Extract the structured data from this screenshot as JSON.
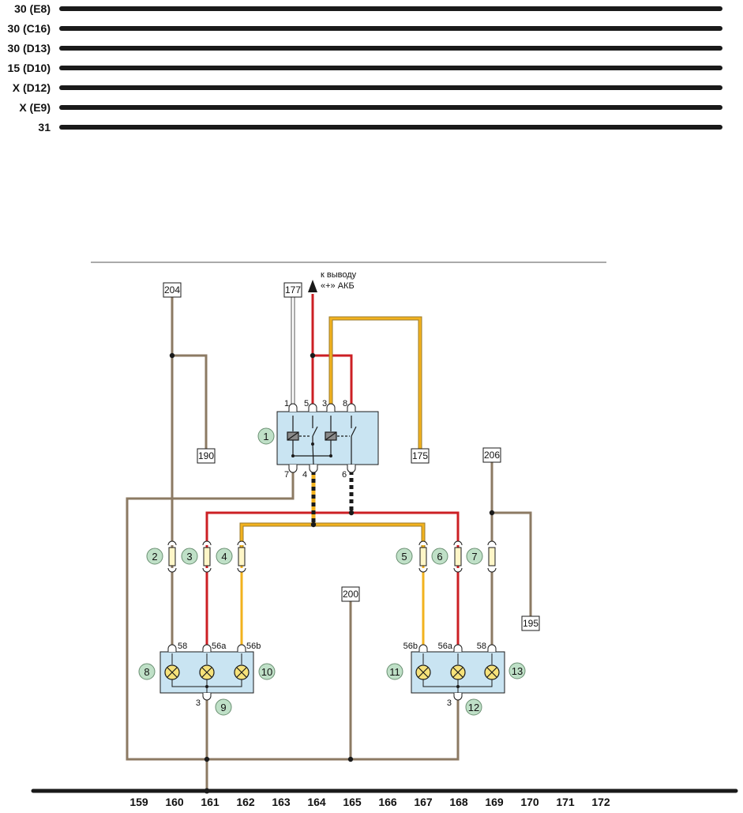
{
  "rails": [
    "30 (E8)",
    "30 (C16)",
    "30 (D13)",
    "15 (D10)",
    "X (D12)",
    "X (E9)",
    "31"
  ],
  "bottom_numbers": [
    "159",
    "160",
    "161",
    "162",
    "163",
    "164",
    "165",
    "166",
    "167",
    "168",
    "169",
    "170",
    "171",
    "172"
  ],
  "refs": {
    "r204": "204",
    "r177": "177",
    "r190": "190",
    "r175": "175",
    "r206": "206",
    "r200": "200",
    "r195": "195"
  },
  "note": {
    "line1": "к выводу",
    "line2": "«+» АКБ"
  },
  "relay_pins": {
    "p1": "1",
    "p5": "5",
    "p3": "3",
    "p8": "8",
    "p7": "7",
    "p4": "4",
    "p6": "6"
  },
  "lamp_pins": {
    "left_58": "58",
    "left_56a": "56a",
    "left_56b": "56b",
    "left_3": "3",
    "right_56b": "56b",
    "right_56a": "56a",
    "right_58": "58",
    "right_3": "3"
  },
  "callouts": [
    "1",
    "2",
    "3",
    "4",
    "5",
    "6",
    "7",
    "8",
    "9",
    "10",
    "11",
    "12",
    "13"
  ],
  "colors": {
    "brown": "#8c7a63",
    "red": "#cc1f24",
    "yellow": "#f2b21e",
    "black": "#1a1a1a",
    "relay_fill": "#c9e4f2",
    "callout_fill": "#bfe0c7"
  }
}
